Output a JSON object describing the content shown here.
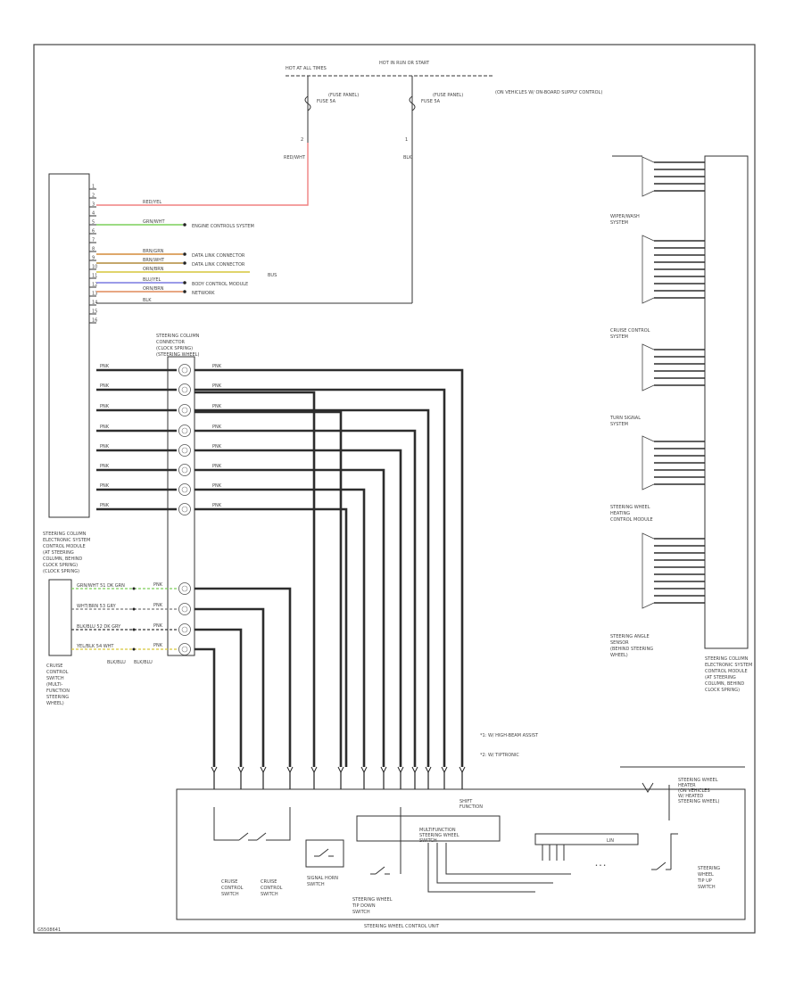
{
  "diagram": {
    "title": "Steering Column Electronics",
    "power": {
      "hot_at_all_times": "HOT AT ALL TIMES",
      "hot_in_run": "HOT IN RUN OR START",
      "fuse_left": "FUSE 5A",
      "fuse_left_loc": "(FUSE PANEL)",
      "fuse_right": "FUSE 5A",
      "fuse_right_loc": "(FUSE PANEL)",
      "fuse_right_note": "(ON VEHICLES W/ ON-BOARD SUPPLY CONTROL)",
      "wire_left": "RED/WHT",
      "wire_right": "BLK",
      "pin_left": "2",
      "pin_right": "1"
    },
    "scm_left": {
      "title_lines": [
        "STEERING COLUMN",
        "ELECTRONIC SYSTEM",
        "CONTROL MODULE",
        "(AT STEERING",
        "COLUMN, BEHIND",
        "CLOCK SPRING)",
        "(CLOCK SPRING)"
      ],
      "pins": [
        "1",
        "2",
        "3",
        "4",
        "5",
        "6",
        "7",
        "8",
        "9",
        "10",
        "11",
        "12",
        "13",
        "14",
        "15",
        "16"
      ],
      "wire_labels": [
        "RED/YEL",
        "GRN/WHT",
        "BRN/GRN",
        "BRN/WHT",
        "ORN/BRN",
        "BLU/YEL",
        "ORN/BRN",
        "BLK"
      ],
      "destinations": [
        "ENGINE CONTROLS SYSTEM",
        "DATA LINK CONNECTOR",
        "DATA LINK CONNECTOR",
        "BUS",
        "BODY CONTROL MODULE",
        "NETWORK"
      ],
      "lower_wire_labels": [
        "PNK",
        "PNK",
        "PNK",
        "PNK",
        "PNK",
        "PNK",
        "PNK",
        "PNK"
      ]
    },
    "clock_spring": {
      "title_lines": [
        "STEERING COLUMN",
        "CONNECTOR",
        "(CLOCK SPRING)",
        "(STEERING WHEEL)"
      ],
      "wire_labels": [
        "PNK",
        "PNK",
        "PNK",
        "PNK",
        "PNK",
        "PNK",
        "PNK",
        "PNK"
      ],
      "lower_wire_labels": [
        "PNK",
        "PNK",
        "PNK",
        "PNK"
      ]
    },
    "switch_module": {
      "title_lines": [
        "CRUISE",
        "CONTROL",
        "SWITCH",
        "(MULTI-",
        "FUNCTION",
        "STEERING",
        "WHEEL)"
      ],
      "wire_labels": [
        "GRN/WHT 51  DK GRN",
        "WHT/BRN 53  GRY",
        "BLK/BLU 52  DK GRY",
        "YEL/BLK 54  WHT"
      ],
      "bottom_labels": [
        "BLK/BLU",
        "BLK/BLU"
      ]
    },
    "right_module": {
      "group_labels": [
        [
          "WIPER/WASH",
          "SYSTEM"
        ],
        [
          "CRUISE CONTROL",
          "SYSTEM"
        ],
        [
          "TURN SIGNAL",
          "SYSTEM"
        ],
        [
          "STEERING WHEEL",
          "HEATING",
          "CONTROL MODULE"
        ],
        [
          "STEERING ANGLE",
          "SENSOR",
          "(BEHIND STEERING",
          "WHEEL)"
        ]
      ],
      "title_lines": [
        "STEERING COLUMN",
        "ELECTRONIC SYSTEM",
        "CONTROL MODULE",
        "(AT STEERING",
        "COLUMN, BEHIND",
        "CLOCK SPRING)"
      ]
    },
    "notes": [
      "*1: W/ HIGH-BEAM ASSIST",
      "*2: W/ TIPTRONIC"
    ],
    "bottom_components": {
      "switch1": [
        "CRUISE",
        "CONTROL",
        "SWITCH"
      ],
      "switch2": [
        "CRUISE",
        "CONTROL",
        "SWITCH"
      ],
      "horn": [
        "SIGNAL HORN",
        "SWITCH"
      ],
      "paddle_down": [
        "STEERING WHEEL",
        "TIP DOWN",
        "SWITCH"
      ],
      "mfs": [
        "MULTIFUNCTION",
        "STEERING WHEEL",
        "SWITCH"
      ],
      "mfs_top": [
        "SHIFT",
        "FUNCTION"
      ],
      "paddle_up": [
        "STEERING",
        "WHEEL",
        "TIP UP",
        "SWITCH"
      ],
      "heater_label": [
        "STEERING WHEEL",
        "HEATER",
        "(ON VEHICLES",
        "W/ HEATED",
        "STEERING WHEEL)"
      ],
      "bus_label": "LIN",
      "swcu": "STEERING WHEEL CONTROL UNIT"
    },
    "footer_code": "G5508641"
  }
}
